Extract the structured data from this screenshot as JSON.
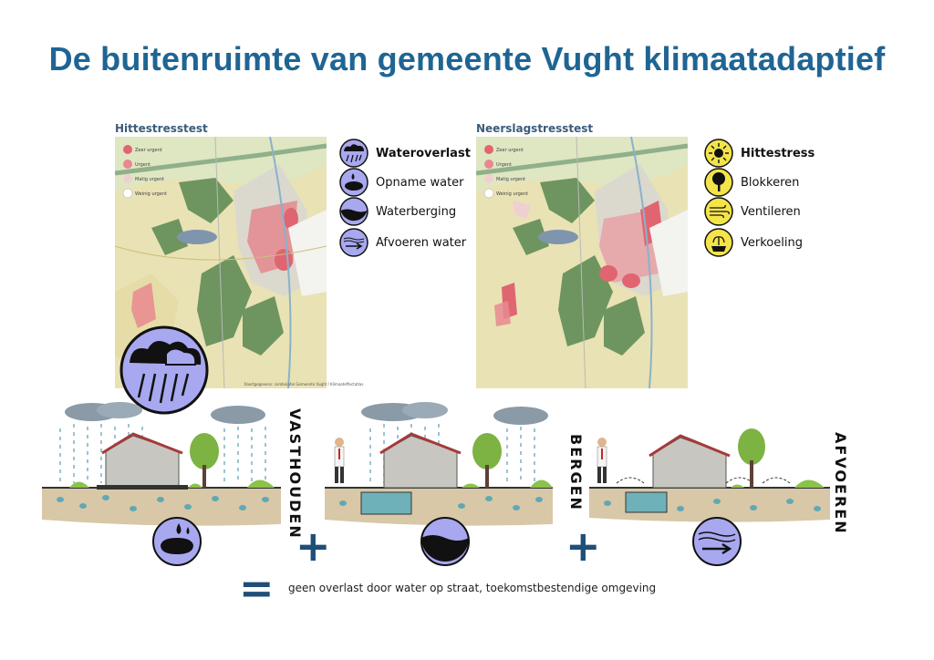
{
  "title": "De buitenruimte van gemeente Vught klimaatadaptief",
  "maps": [
    {
      "label": "Hittestresstest",
      "legend": [
        "Zeer urgent",
        "Urgent",
        "Matig urgent",
        "Weinig urgent"
      ],
      "credit": "Kaartgegevens: combinatie Gemeente Vught / Klimaateffectatlas"
    },
    {
      "label": "Neerslagstresstest",
      "legend": [
        "Zeer urgent",
        "Urgent",
        "Matig urgent",
        "Weinig urgent"
      ]
    }
  ],
  "legend_water": [
    "Wateroverlast",
    "Opname water",
    "Waterberging",
    "Afvoeren water"
  ],
  "legend_heat": [
    "Hittestress",
    "Blokkeren",
    "Ventileren",
    "Verkoeling"
  ],
  "steps": {
    "vasthouden": "VASTHOUDEN",
    "bergen": "BERGEN",
    "afvoeren": "AFVOEREN"
  },
  "operators": {
    "plus": "+",
    "equals": "="
  },
  "conclusion": "geen overlast door water op straat, toekomstbestendige omgeving",
  "colors": {
    "title": "#1f6594",
    "water_icon": "#a8a8f0",
    "heat_icon": "#f3e44a",
    "operator": "#1f4e79"
  }
}
